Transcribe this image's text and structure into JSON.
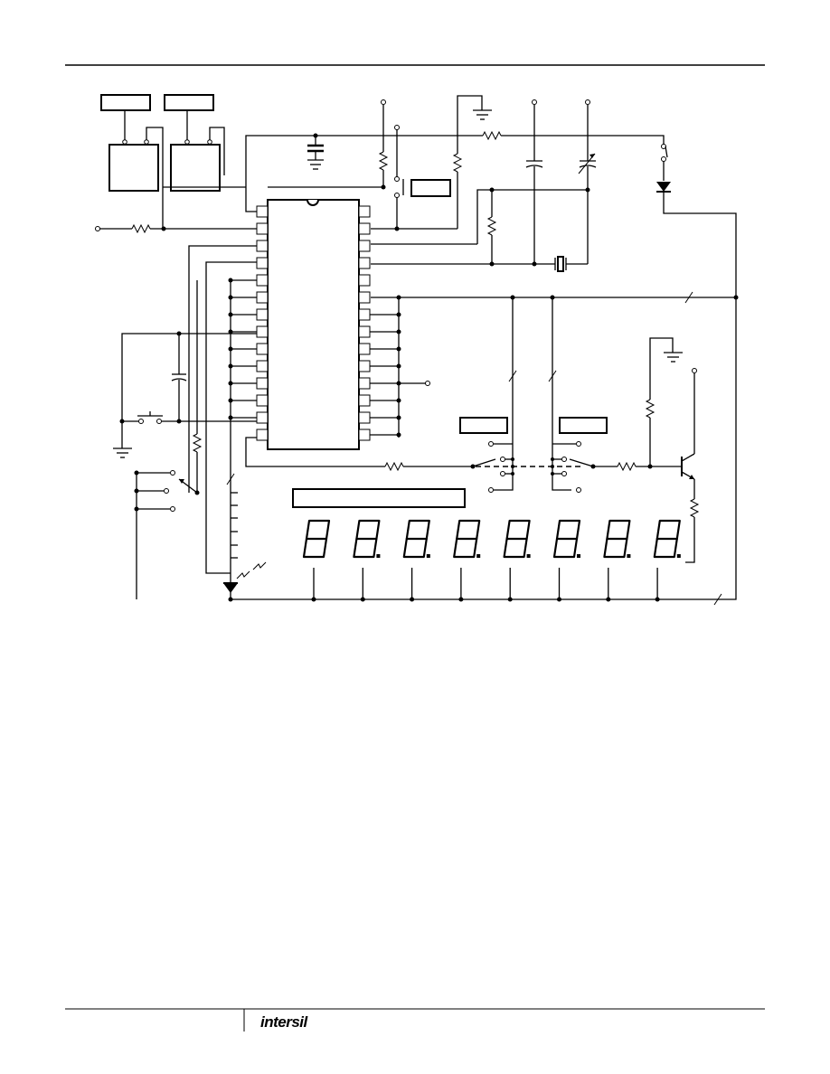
{
  "brand": {
    "logo_text": "intersil"
  },
  "display": {
    "digit_count": 8,
    "decimal_point_digits": [
      2,
      3,
      4,
      5,
      6,
      7,
      8
    ]
  },
  "colors": {
    "ink": "#000000",
    "paper": "#ffffff"
  }
}
